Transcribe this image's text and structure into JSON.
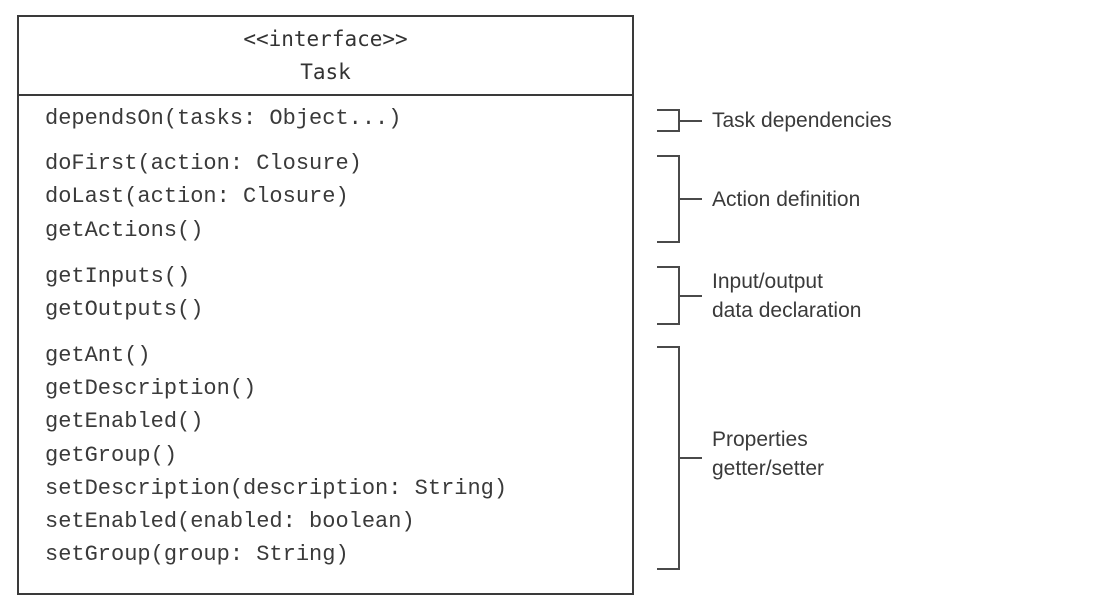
{
  "interface": {
    "stereotype": "<<interface>>",
    "name": "Task"
  },
  "methods": [
    "dependsOn(tasks: Object...)",
    "doFirst(action: Closure)",
    "doLast(action: Closure)",
    "getActions()",
    "getInputs()",
    "getOutputs()",
    "getAnt()",
    "getDescription()",
    "getEnabled()",
    "getGroup()",
    "setDescription(description: String)",
    "setEnabled(enabled: boolean)",
    "setGroup(group: String)"
  ],
  "annotations": [
    {
      "lines": [
        "Task dependencies"
      ]
    },
    {
      "lines": [
        "Action definition"
      ]
    },
    {
      "lines": [
        "Input/output",
        "data declaration"
      ]
    },
    {
      "lines": [
        "Properties",
        "getter/setter"
      ]
    }
  ]
}
